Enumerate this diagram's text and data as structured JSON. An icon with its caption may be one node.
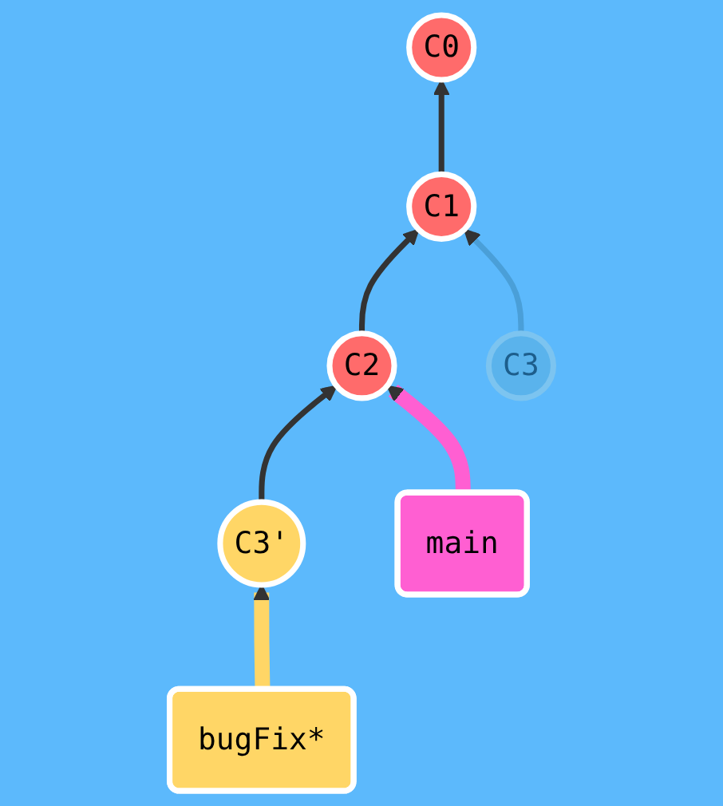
{
  "diagram": {
    "nodes": [
      {
        "text": [
          "C0"
        ]
      },
      {
        "text": [
          "C1"
        ]
      },
      {
        "text": [
          "main"
        ]
      },
      {
        "text": [
          "C2"
        ]
      },
      {
        "text": [
          "C3"
        ]
      },
      {
        "text": [
          "bugFix*"
        ]
      },
      {
        "text": [
          "C3'"
        ]
      }
    ],
    "edges": [
      {
        "from": 1,
        "to": 0,
        "arrow": "to"
      },
      {
        "from": 3,
        "to": 1,
        "arrow": "to"
      },
      {
        "from": 4,
        "to": 1,
        "arrow": "to",
        "color": "#4a9fd8"
      },
      {
        "from": 6,
        "to": 3,
        "arrow": "to"
      },
      {
        "from": 2,
        "to": 3,
        "arrow": "to",
        "style": "thick",
        "color": "#ff5fd2"
      },
      {
        "from": 5,
        "to": 6,
        "arrow": "to",
        "style": "thick",
        "color": "#ffd666"
      }
    ]
  }
}
